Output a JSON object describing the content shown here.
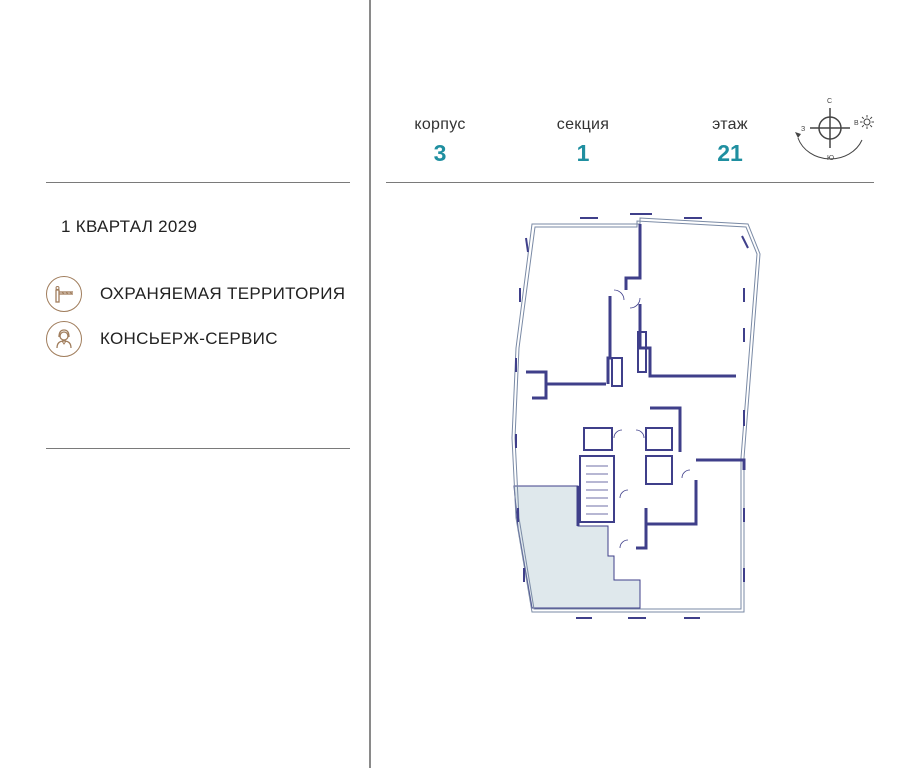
{
  "info": {
    "completion": "1 КВАРТАЛ 2029",
    "features": [
      {
        "label": "ОХРАНЯЕМАЯ ТЕРРИТОРИЯ",
        "icon": "barrier-gate-icon"
      },
      {
        "label": "КОНСЬЕРЖ-СЕРВИС",
        "icon": "concierge-icon"
      }
    ]
  },
  "header": {
    "building_label": "корпус",
    "building_value": "3",
    "section_label": "секция",
    "section_value": "1",
    "floor_label": "этаж",
    "floor_value": "21"
  },
  "compass": {
    "north": "С",
    "south": "Ю",
    "west": "З",
    "east": "В"
  },
  "colors": {
    "accent": "#1f8fa0",
    "icon_brown": "#a07d5c",
    "plan_wall": "#3f3f8a",
    "plan_highlight": "#dfe8ec"
  }
}
